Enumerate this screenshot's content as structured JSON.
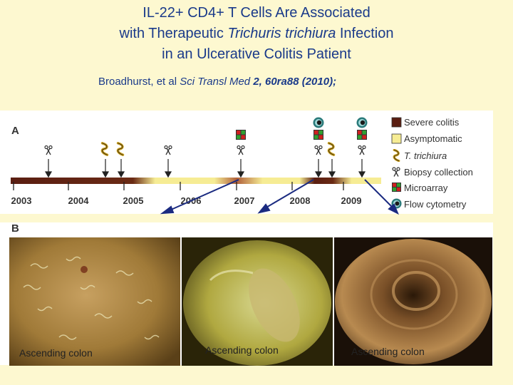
{
  "title": {
    "line1": "IL-22+ CD4+ T Cells Are Associated",
    "line2_prefix": "with Therapeutic ",
    "line2_italic": "Trichuris trichiura",
    "line2_suffix": " Infection",
    "line3": "in an Ulcerative Colitis Patient"
  },
  "citation": {
    "authors": "Broadhurst, et al  ",
    "journal": "Sci Transl Med",
    "ref": " 2, 60ra88 (2010);"
  },
  "panelA": {
    "label": "A",
    "years": [
      "2003",
      "2004",
      "2005",
      "2006",
      "2007",
      "2008",
      "2009"
    ]
  },
  "legend": [
    {
      "label": "Severe colitis",
      "icon": "severe-colitis-swatch",
      "color": "#5a1e12"
    },
    {
      "label": "Asymptomatic",
      "icon": "asymptomatic-swatch",
      "color": "#f6ec94"
    },
    {
      "label": "T. trichiura",
      "icon": "worm-icon",
      "color": "#c9a020"
    },
    {
      "label": "Biopsy collection",
      "icon": "scissors-icon",
      "color": "#333333"
    },
    {
      "label": "Microarray",
      "icon": "microarray-icon",
      "color": "#a02020"
    },
    {
      "label": "Flow cytometry",
      "icon": "flow-cytometry-icon",
      "color": "#2a7a7a"
    }
  ],
  "panelB": {
    "label": "B",
    "photos": [
      {
        "caption": "Ascending colon"
      },
      {
        "caption": "Ascending colon"
      },
      {
        "caption": "Ascending colon"
      }
    ]
  },
  "colors": {
    "title": "#1a3a8a",
    "background": "#fdf8d0",
    "arrow": "#1a2a80"
  }
}
